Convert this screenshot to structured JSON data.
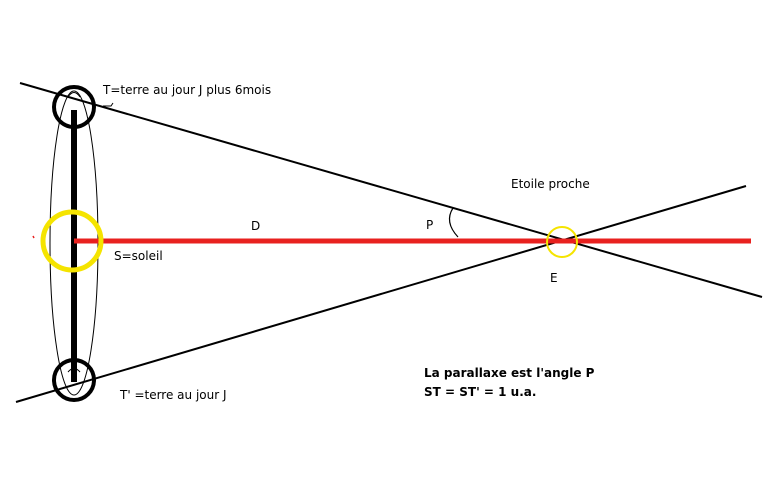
{
  "labels": {
    "earth_top": "T=terre au jour J plus 6mois",
    "earth_bottom": "T' =terre au jour J",
    "sun": "S=soleil",
    "distance": "D",
    "parallax_angle": "P",
    "star_title": "Etoile proche",
    "star": "E"
  },
  "note": {
    "line1": "La parallaxe est l'angle P",
    "line2": "ST = ST' = 1 u.a."
  },
  "colors": {
    "axis_line": "#e8211f",
    "sun_ring": "#f5e400",
    "star_ring": "#f5e400",
    "lines": "#000000"
  }
}
